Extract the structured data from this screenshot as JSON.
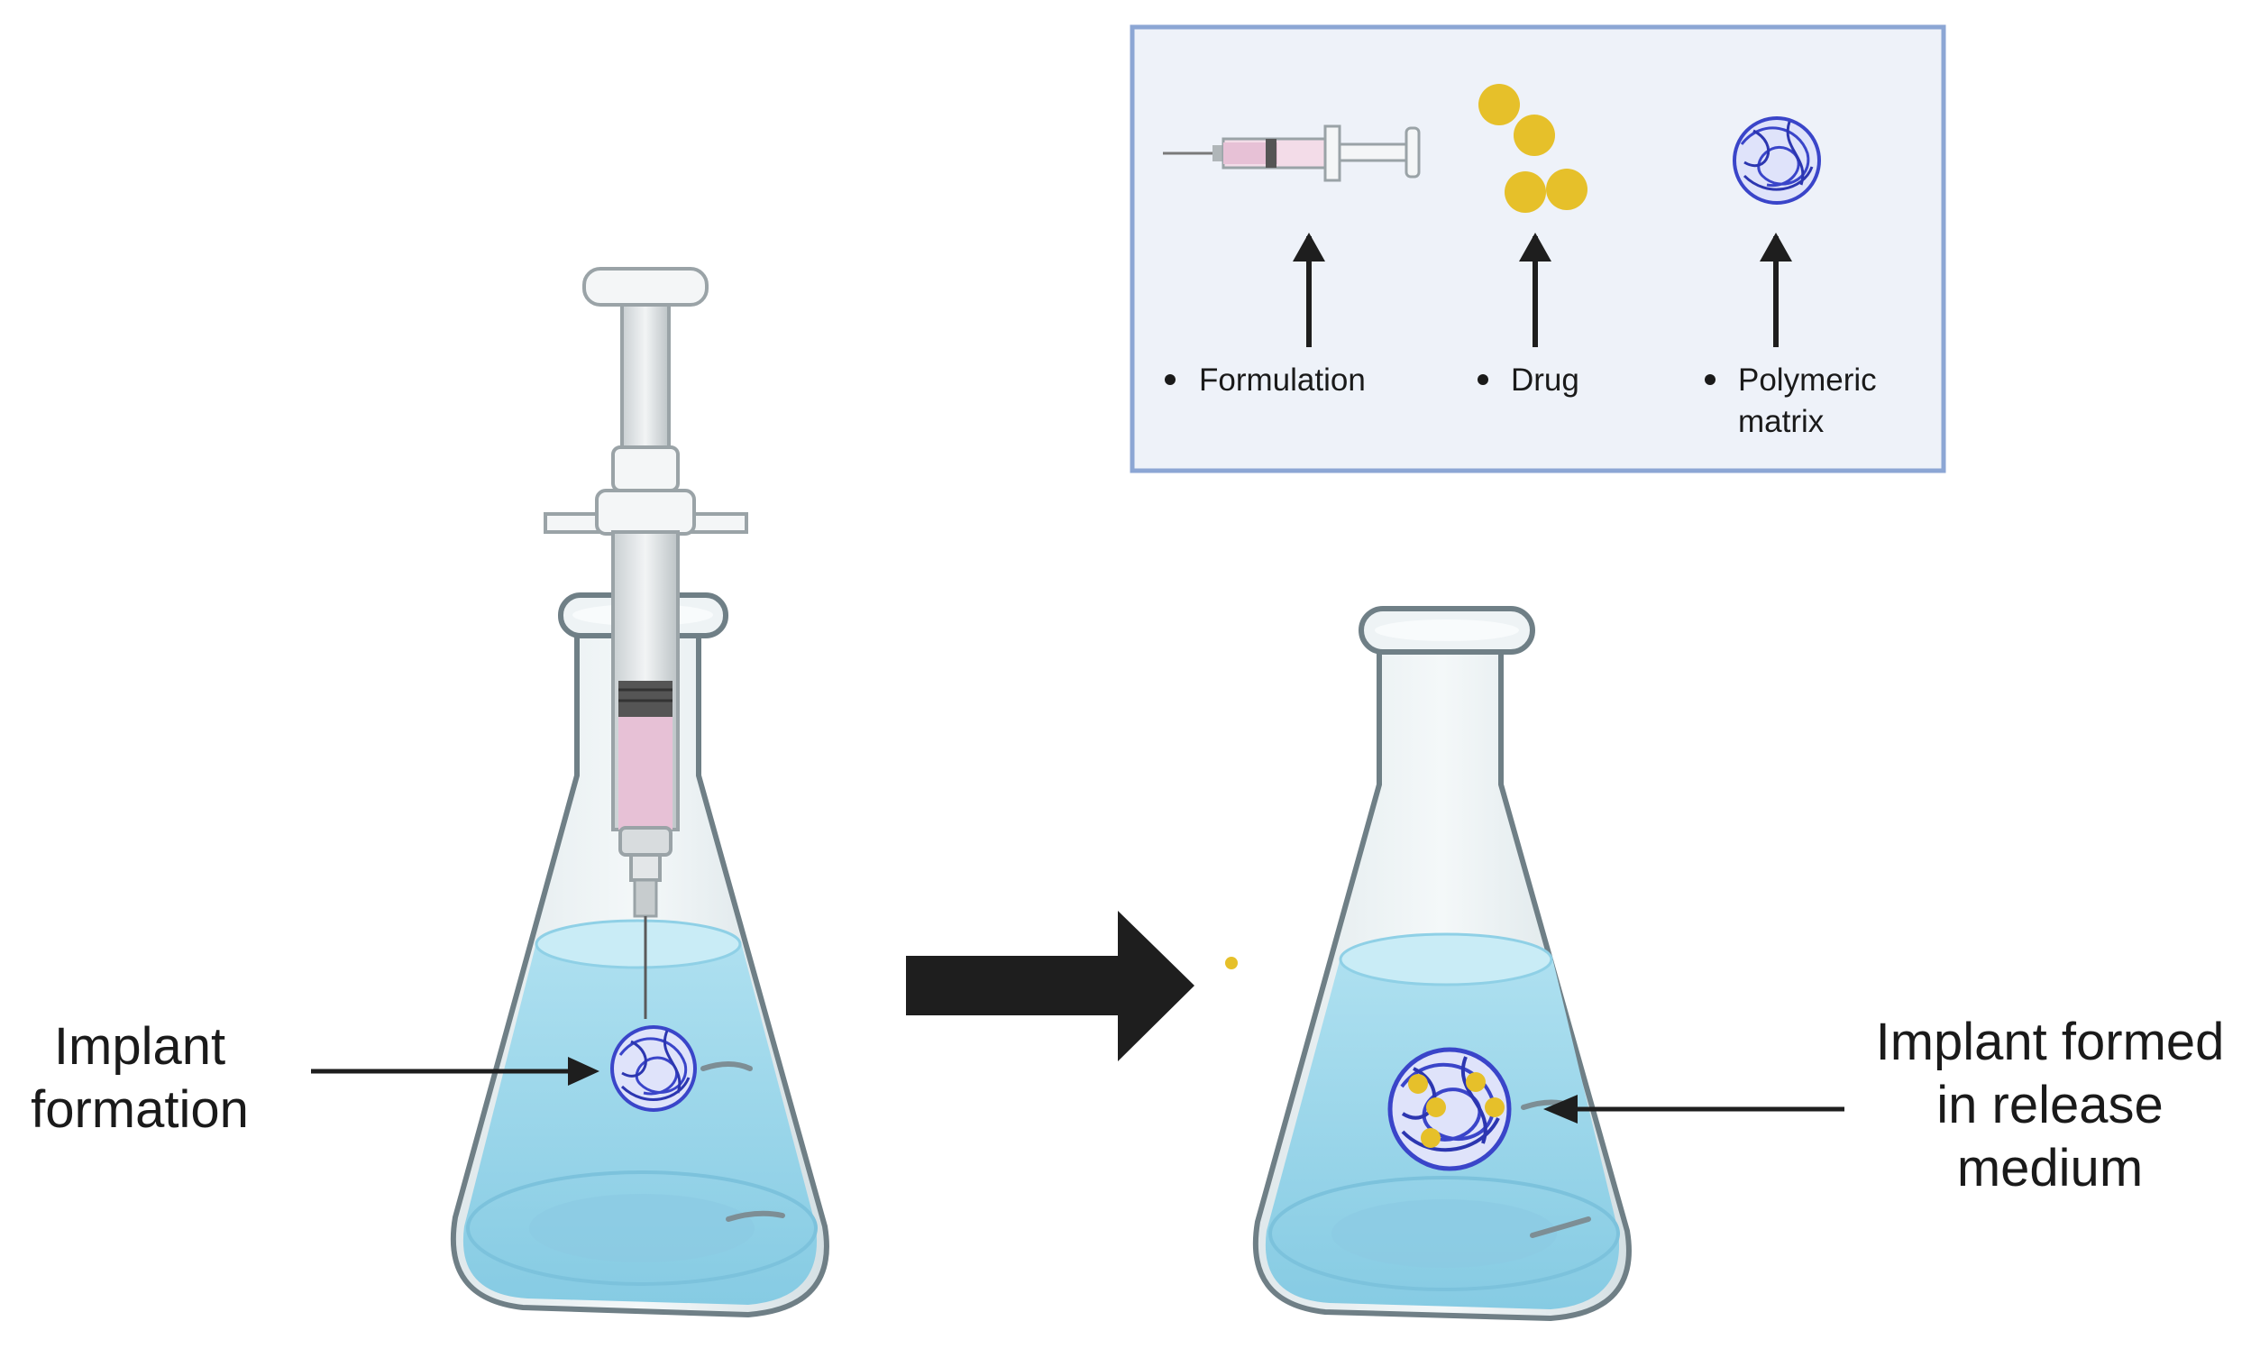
{
  "legend": {
    "items": [
      {
        "icon": "syringe-icon",
        "label": "Formulation"
      },
      {
        "icon": "drug-particles-icon",
        "label": "Drug"
      },
      {
        "icon": "polymer-ball-icon",
        "label_lines": [
          "Polymeric",
          "matrix"
        ]
      }
    ]
  },
  "left_label_lines": [
    "Implant",
    "formation"
  ],
  "right_label_lines": [
    "Implant formed",
    "in release",
    "medium"
  ],
  "colors": {
    "legend_bg": "#eef2f9",
    "legend_border": "#8ca6d4",
    "liquid": "#9fd6ea",
    "liquid_surface": "#c9ecf6",
    "glass_outline": "#6f7f86",
    "drug": "#e6c02a",
    "polymer": "#3a45c9",
    "arrow": "#1e1e1e",
    "formulation": "#e7c1d6"
  }
}
